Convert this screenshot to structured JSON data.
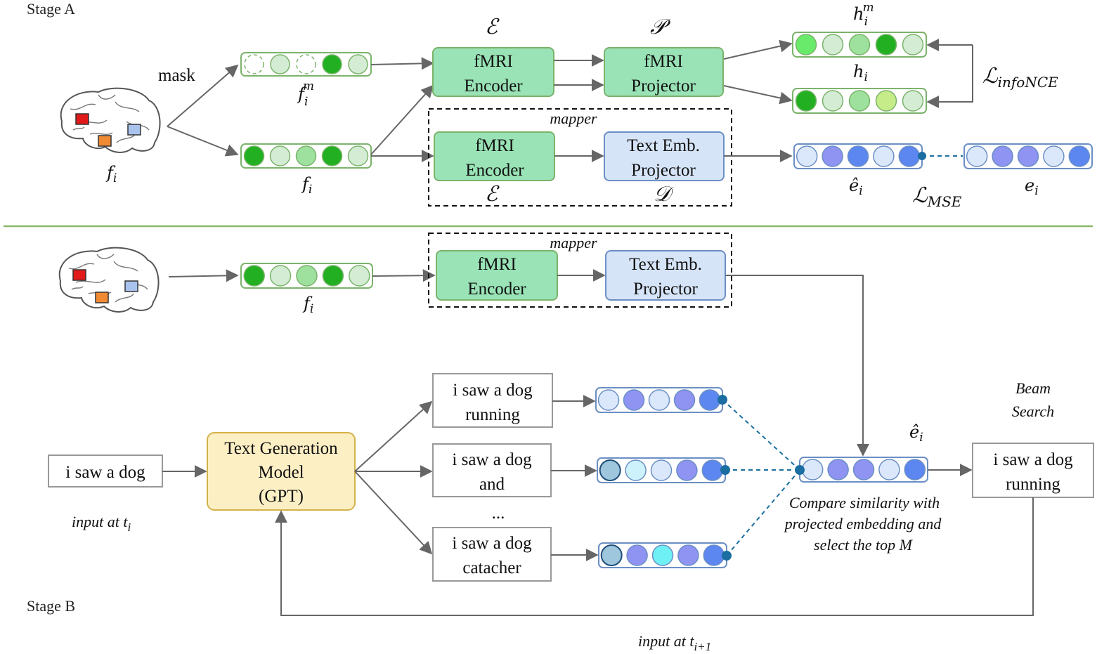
{
  "stage_a": "Stage A",
  "stage_b": "Stage B",
  "mask": "mask",
  "mapper": "mapper",
  "fmri_encoder": [
    "fMRI",
    "Encoder"
  ],
  "fmri_projector": [
    "fMRI",
    "Projector"
  ],
  "text_emb_projector": [
    "Text Emb.",
    "Projector"
  ],
  "symbols": {
    "encoder": "ℰ",
    "projector": "𝒫",
    "decoder": "𝒟",
    "loss": "ℒ",
    "info_nce_sub": "infoNCE",
    "mse_sub": "MSE",
    "f": "f",
    "i": "i",
    "m": "m",
    "h": "h",
    "e": "e",
    "e_hat": "ê"
  },
  "text_generation_model": [
    "Text Generation",
    "Model",
    "(GPT)"
  ],
  "input_text": "i saw a dog",
  "input_at_ti": "input at t",
  "input_at_ti1": "input at t",
  "ti_sub": "i",
  "ti1_sub": "i+1",
  "candidates": [
    [
      "i saw a dog",
      "running"
    ],
    [
      "i saw a dog",
      "and"
    ],
    [
      "i saw a dog",
      "catacher"
    ]
  ],
  "ellipsis": "...",
  "compare_text": [
    "Compare similarity with",
    "projected embedding and",
    "select the top M"
  ],
  "beam_search": [
    "Beam",
    "Search"
  ],
  "output_text": [
    "i saw a dog",
    "running"
  ],
  "colors": {
    "green_box": "#99e3b6",
    "green_border": "#7bb36b",
    "blue_box": "#d6e4f7",
    "blue_border": "#6b8fc4",
    "yellow_box": "#fdefc4",
    "yellow_border": "#d4b24a",
    "divider": "#8ab86a"
  }
}
